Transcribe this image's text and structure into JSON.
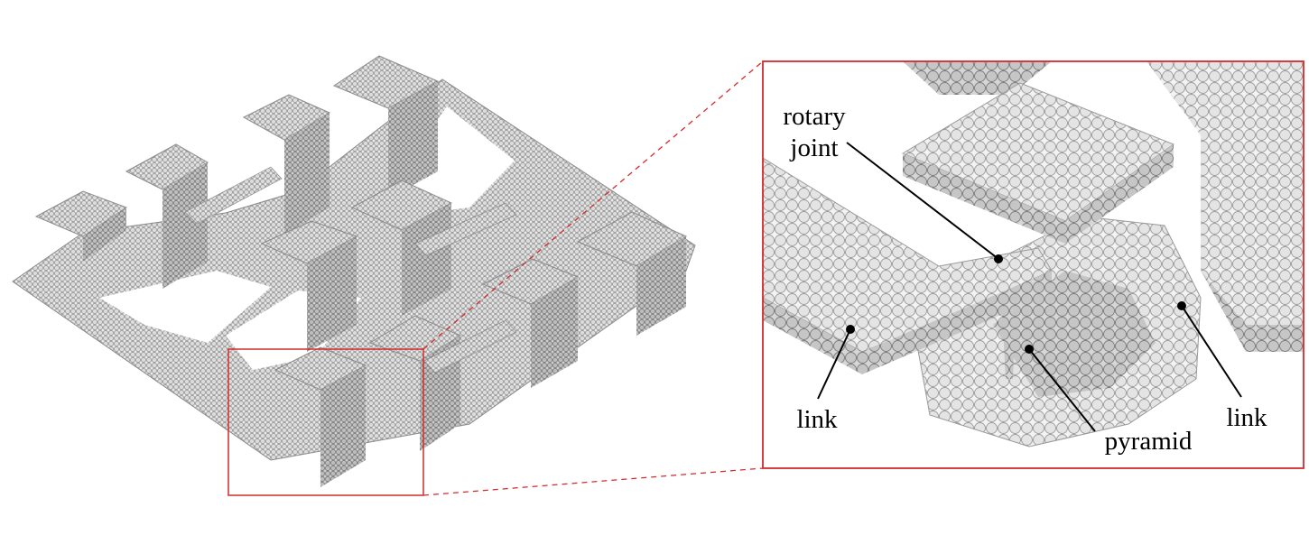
{
  "labels": {
    "rotary": "rotary",
    "joint": "joint",
    "link_left": "link",
    "pyramid": "pyramid",
    "link_right": "link"
  },
  "colors": {
    "frame": "#d42a2a",
    "atom_fill": "#e2e2e2",
    "atom_stroke": "#8a8a8a",
    "leader": "#000000"
  },
  "icons": {
    "left_panel": "atomic-lattice-mechanism",
    "right_panel": "zoomed-joint-detail"
  }
}
